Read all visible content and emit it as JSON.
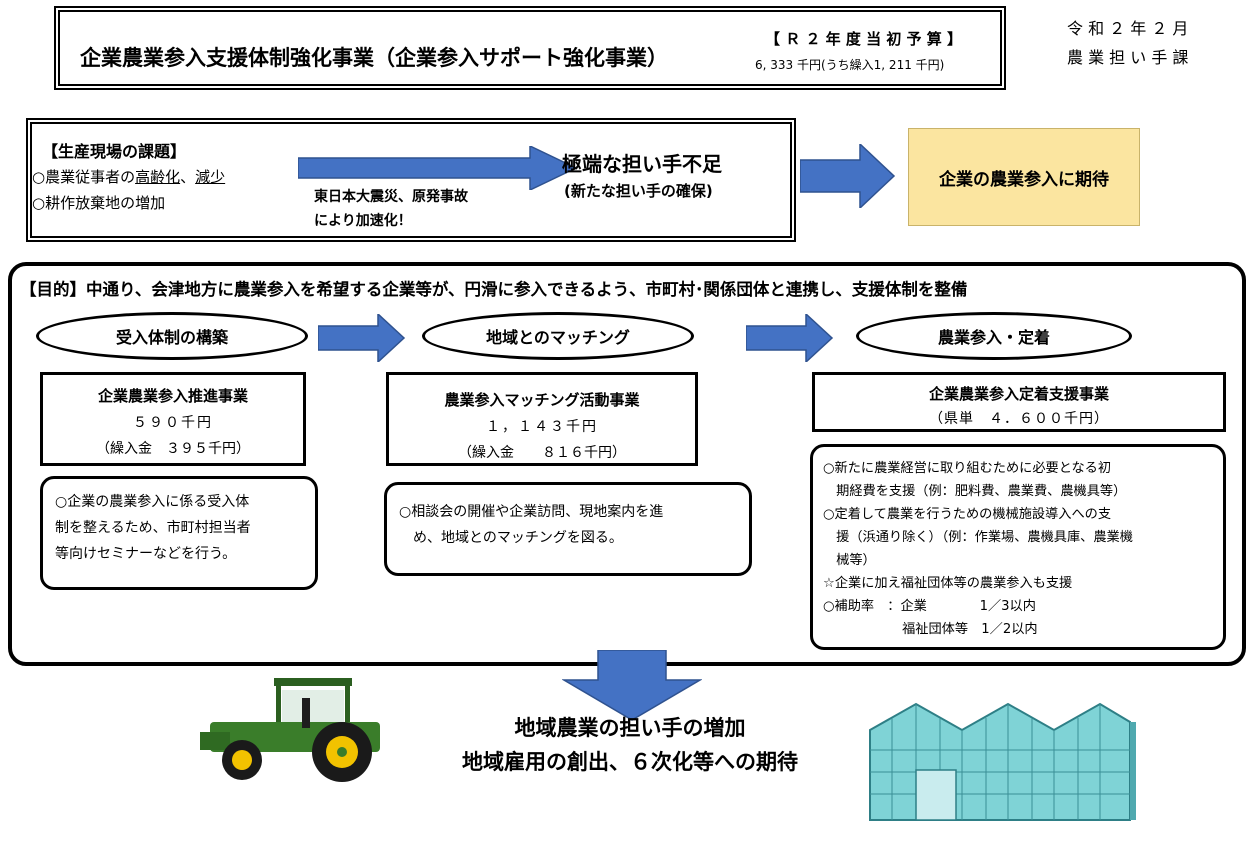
{
  "header": {
    "title": "企業農業参入支援体制強化事業（企業参入サポート強化事業）",
    "budget_label": "【 Ｒ ２ 年 度 当 初 予 算 】",
    "budget_amount": "6, 333 千円(うち繰入1, 211 千円)",
    "date": "令 和 ２ 年 ２ 月",
    "department": "農 業 担 い 手 課"
  },
  "issues": {
    "heading": "【生産現場の課題】",
    "item1_prefix": "○農業従事者の",
    "item1_aging": "高齢化",
    "item1_sep": "、",
    "item1_decline": "減少",
    "item2": "○耕作放棄地の増加",
    "cause_line1": "東日本大震災、原発事故",
    "cause_line2": "により加速化！",
    "result": "極端な担い手不足",
    "result_sub": "(新たな担い手の確保)",
    "expectation": "企業の農業参入に期待",
    "expectation_color": "#fbe5a0"
  },
  "purpose": "【目的】中通り、会津地方に農業参入を希望する企業等が、円滑に参入できるよう、市町村･関係団体と連携し、支援体制を整備",
  "steps": [
    {
      "ellipse": "受入体制の構築",
      "project": "企業農業参入推進事業",
      "amount": "５９０千円",
      "sub": "（繰入金　３９５千円）",
      "desc": [
        "○企業の農業参入に係る受入体",
        "制を整えるため、市町村担当者",
        "等向けセミナーなどを行う。"
      ]
    },
    {
      "ellipse": "地域とのマッチング",
      "project": "農業参入マッチング活動事業",
      "amount": "１，１４３千円",
      "sub": "（繰入金　　８１６千円）",
      "desc": [
        "○相談会の開催や企業訪問、現地案内を進",
        "　め、地域とのマッチングを図る。"
      ]
    },
    {
      "ellipse": "農業参入・定着",
      "project": "企業農業参入定着支援事業",
      "amount": "（県単　４．６００千円）",
      "desc": [
        "○新たに農業経営に取り組むために必要となる初",
        "　期経費を支援（例：肥料費、農業費、農機具等）",
        "○定着して農業を行うための機械施設導入への支",
        "　援（浜通り除く）（例：作業場、農機具庫、農業機",
        "　械等）",
        "☆企業に加え福祉団体等の農業参入も支援",
        "○補助率　：企業　　　　1／3以内",
        "　　　　　　福祉団体等　1／2以内"
      ]
    }
  ],
  "outcome": {
    "line1": "地域農業の担い手の増加",
    "line2": "地域雇用の創出、６次化等への期待"
  },
  "colors": {
    "arrow": "#4472c4",
    "tractor": "#3a7d2a",
    "wheel": "#f2c200",
    "greenhouse": "#7fd3d6"
  }
}
